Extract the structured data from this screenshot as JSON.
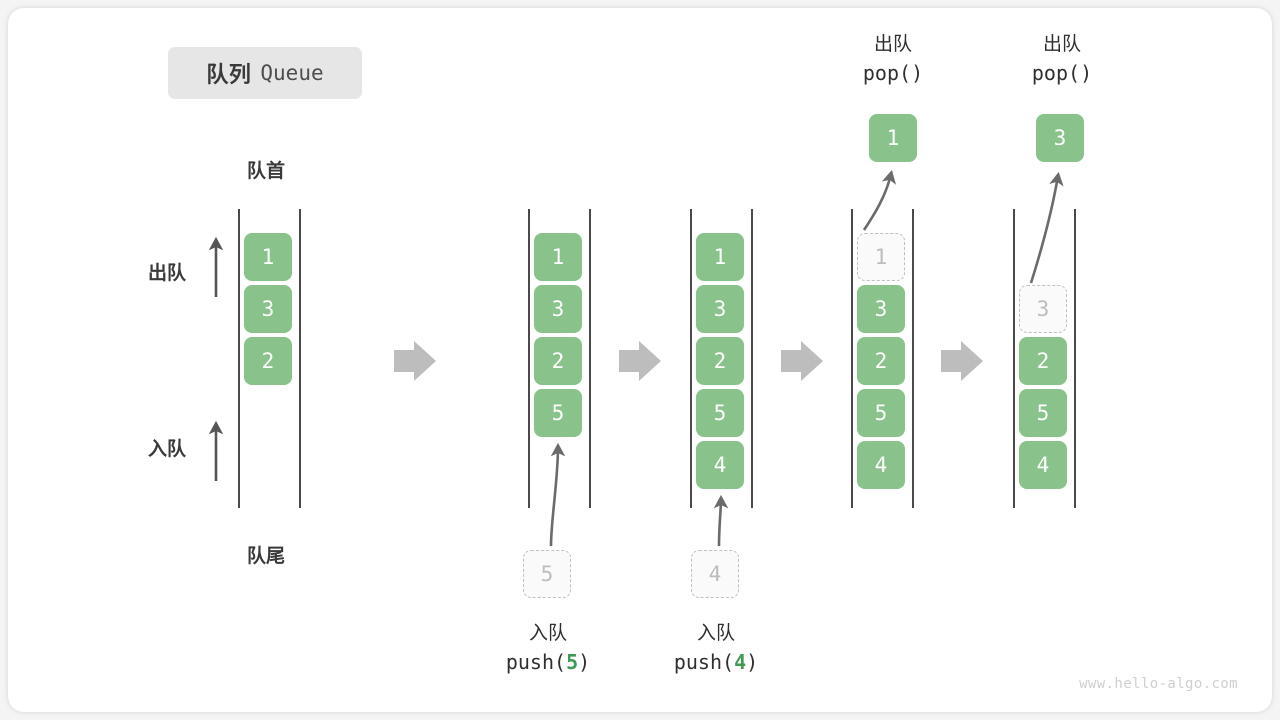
{
  "title": {
    "cn": "队列",
    "en": "Queue"
  },
  "labels": {
    "head": "队首",
    "tail": "队尾",
    "dequeue": "出队",
    "enqueue": "入队"
  },
  "watermark": "www.hello-algo.com",
  "colors": {
    "cell_fill": "#8ac28c",
    "cell_text": "#ffffff",
    "ghost_border": "#c0c0c0",
    "ghost_text": "#bcbcbc",
    "rail": "#4a4a4a",
    "arrow": "#6b6b6b",
    "step_arrow": "#bdbdbd",
    "accent_number": "#3f9a54",
    "badge_bg": "#e6e6e6",
    "card_bg": "#ffffff",
    "page_bg": "#f4f4f4"
  },
  "steps": [
    {
      "name": "initial",
      "cells": [
        {
          "value": "1",
          "state": "filled"
        },
        {
          "value": "3",
          "state": "filled"
        },
        {
          "value": "2",
          "state": "filled"
        }
      ]
    },
    {
      "name": "after-push-5",
      "cells": [
        {
          "value": "1",
          "state": "filled"
        },
        {
          "value": "3",
          "state": "filled"
        },
        {
          "value": "2",
          "state": "filled"
        },
        {
          "value": "5",
          "state": "filled"
        }
      ],
      "incoming": {
        "value": "5",
        "state": "ghost"
      },
      "operation": {
        "cn": "入队",
        "fn": "push(",
        "arg": "5",
        "close": ")"
      }
    },
    {
      "name": "after-push-4",
      "cells": [
        {
          "value": "1",
          "state": "filled"
        },
        {
          "value": "3",
          "state": "filled"
        },
        {
          "value": "2",
          "state": "filled"
        },
        {
          "value": "5",
          "state": "filled"
        },
        {
          "value": "4",
          "state": "filled"
        }
      ],
      "incoming": {
        "value": "4",
        "state": "ghost"
      },
      "operation": {
        "cn": "入队",
        "fn": "push(",
        "arg": "4",
        "close": ")"
      }
    },
    {
      "name": "after-pop-1",
      "cells": [
        {
          "value": "1",
          "state": "ghost"
        },
        {
          "value": "3",
          "state": "filled"
        },
        {
          "value": "2",
          "state": "filled"
        },
        {
          "value": "5",
          "state": "filled"
        },
        {
          "value": "4",
          "state": "filled"
        }
      ],
      "outgoing": {
        "value": "1",
        "state": "popped"
      },
      "operation": {
        "cn": "出队",
        "fn": "pop(",
        "arg": "",
        "close": ")"
      }
    },
    {
      "name": "after-pop-3",
      "cells": [
        {
          "value": "3",
          "state": "ghost",
          "slot": 1
        },
        {
          "value": "2",
          "state": "filled",
          "slot": 2
        },
        {
          "value": "5",
          "state": "filled",
          "slot": 3
        },
        {
          "value": "4",
          "state": "filled",
          "slot": 4
        }
      ],
      "outgoing": {
        "value": "3",
        "state": "popped"
      },
      "operation": {
        "cn": "出队",
        "fn": "pop(",
        "arg": "",
        "close": ")"
      }
    }
  ]
}
